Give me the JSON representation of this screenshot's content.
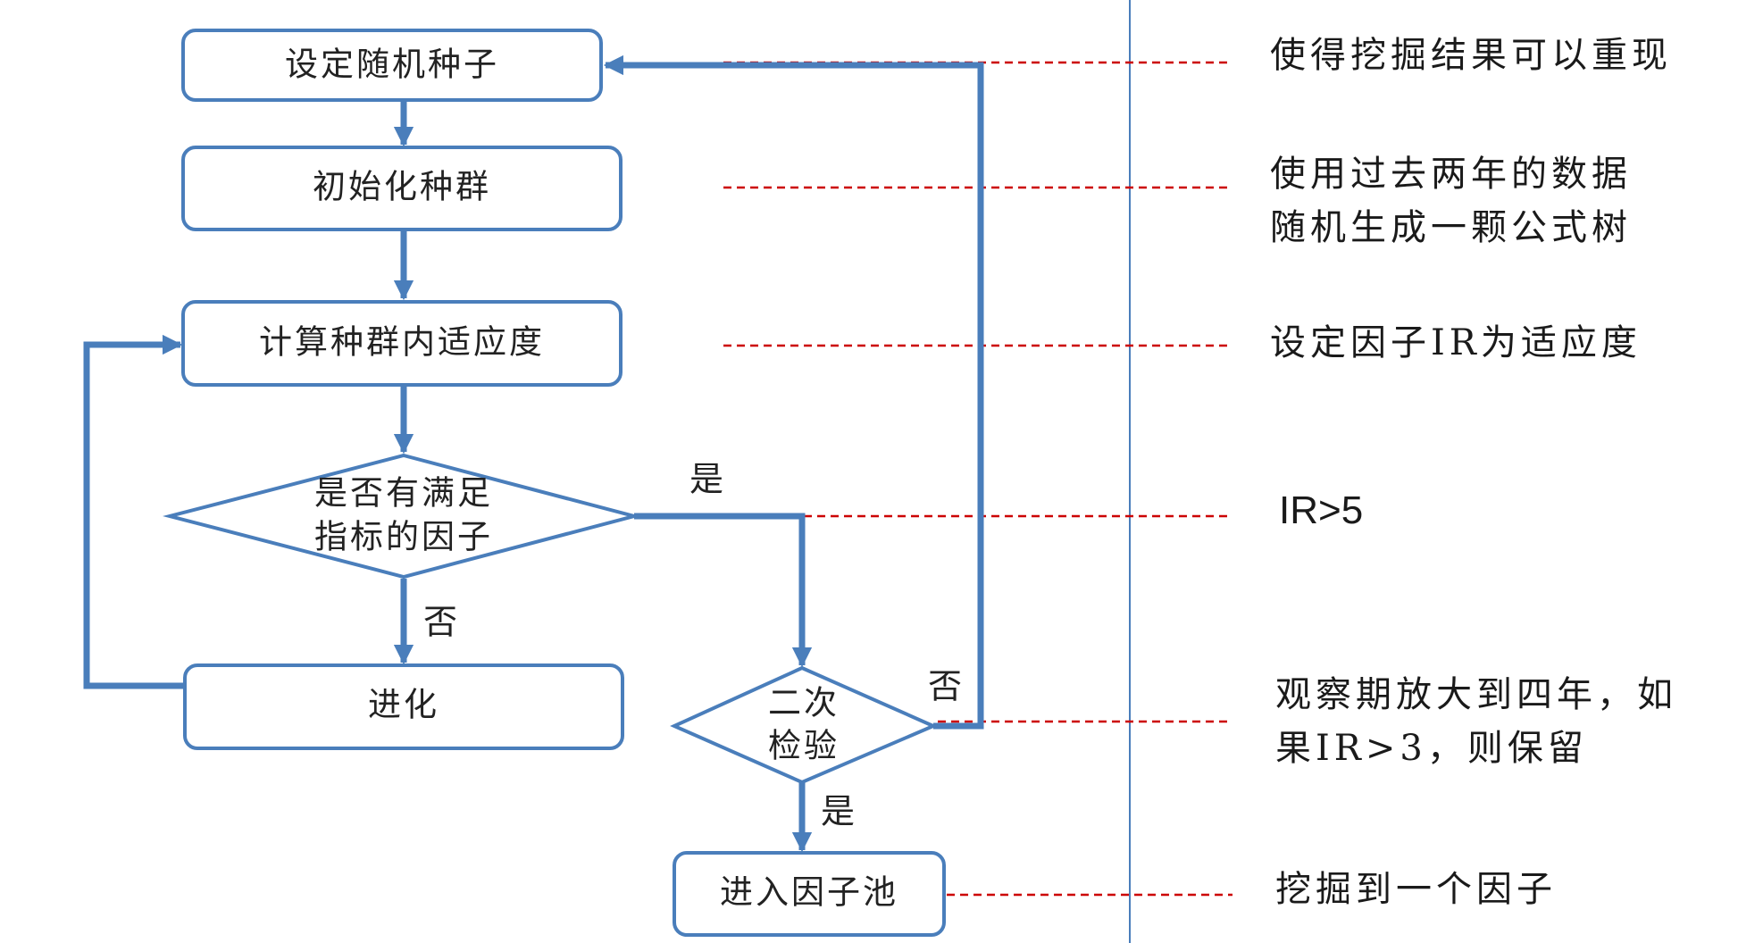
{
  "colors": {
    "node_stroke": "#4a7ebb",
    "connector": "#4a7ebb",
    "dashed_line": "#cc0000",
    "divider": "#4a7ebb",
    "text": "#1a1a1a"
  },
  "nodes": {
    "set_seed": "设定随机种子",
    "init_population": "初始化种群",
    "compute_fitness": "计算种群内适应度",
    "check_factor": [
      "是否有满足",
      "指标的因子"
    ],
    "evolve": "进化",
    "second_check": [
      "二次",
      "检验"
    ],
    "factor_pool": "进入因子池"
  },
  "branch_labels": {
    "check_yes": "是",
    "check_no": "否",
    "second_no": "否",
    "second_yes": "是"
  },
  "notes": {
    "seed_note": [
      "使得挖掘结果可以重现"
    ],
    "init_note": [
      "使用过去两年的数据",
      "随机生成一颗公式树"
    ],
    "fitness_note": [
      "设定因子IR为适应度"
    ],
    "check_note": [
      "IR>5"
    ],
    "second_note": [
      "观察期放大到四年，如",
      "果IR>3，则保留"
    ],
    "pool_note": [
      "挖掘到一个因子"
    ]
  }
}
